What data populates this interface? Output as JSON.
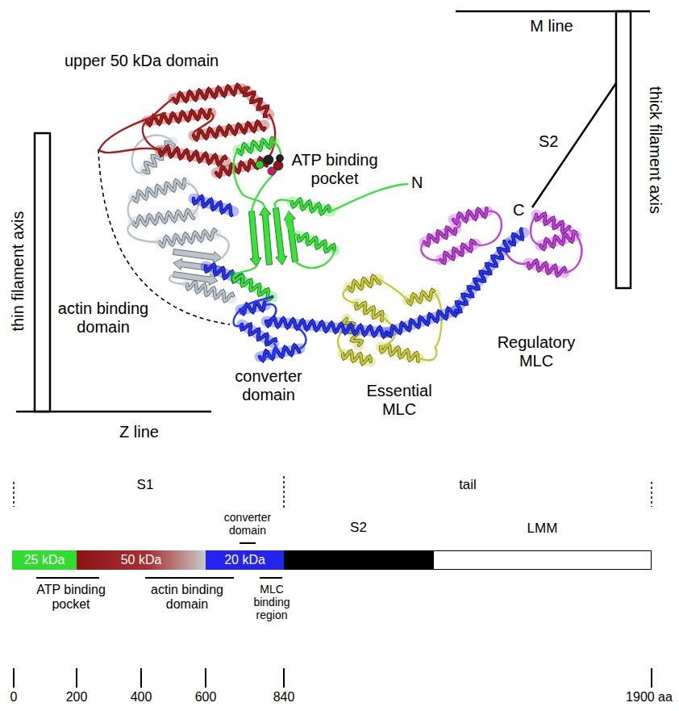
{
  "diagram": {
    "nodes": [
      {
        "text": [
          "25 kDa"
        ]
      },
      {
        "text": [
          "50 kDa"
        ]
      },
      {
        "text": [
          "20 kDa"
        ]
      },
      {
        "text": [
          "S2"
        ]
      },
      {
        "text": [
          "LMM"
        ]
      }
    ],
    "labels": [
      "upper 50 kDa domain",
      "M line",
      "ATP binding pocket",
      "N",
      "S2",
      "C",
      "thin filament axis",
      "thick filament axis",
      "actin binding domain",
      "Regulatory MLC",
      "converter domain",
      "Essential MLC",
      "Z line",
      "S1",
      "tail",
      "converter domain",
      "ATP binding pocket",
      "actin binding domain",
      "MLC binding region",
      "0",
      "200",
      "400",
      "600",
      "840",
      "1900 aa"
    ]
  }
}
